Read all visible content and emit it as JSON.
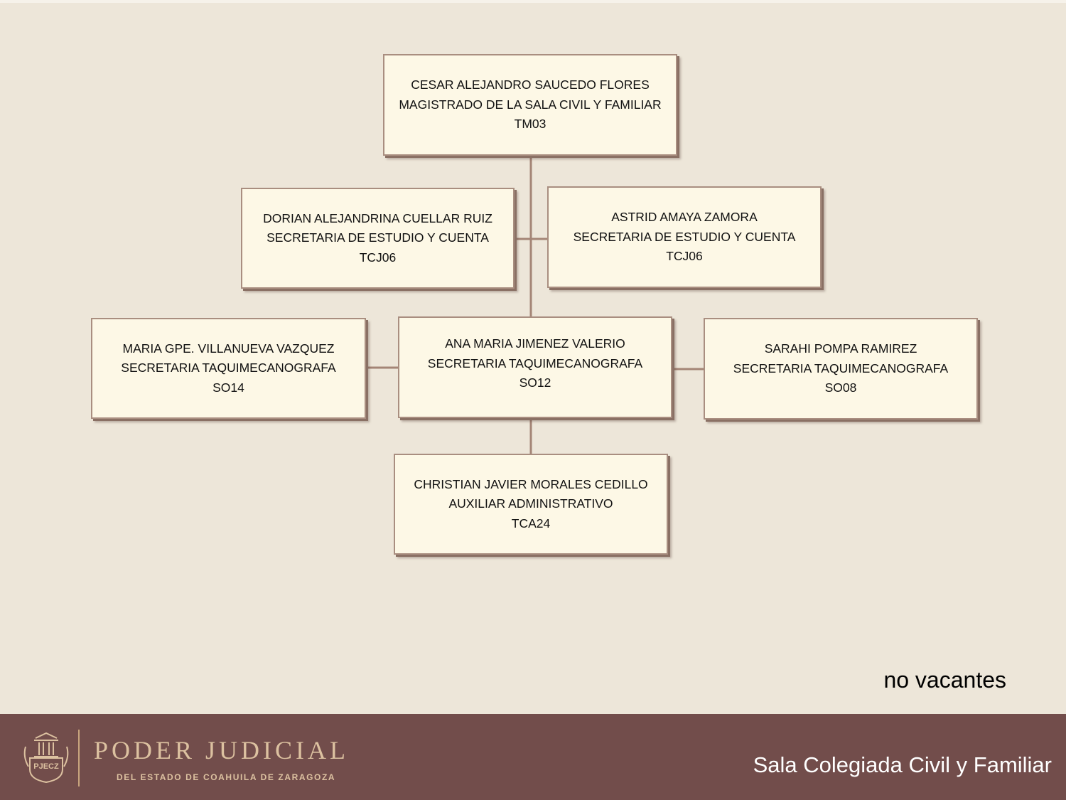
{
  "org_chart": {
    "magistrado": {
      "name": "CESAR ALEJANDRO SAUCEDO FLORES",
      "title": "MAGISTRADO DE LA SALA CIVIL Y FAMILIAR",
      "code": "TM03"
    },
    "secretaria_left": {
      "name": "DORIAN ALEJANDRINA  CUELLAR RUIZ",
      "title": "SECRETARIA DE ESTUDIO Y CUENTA",
      "code": "TCJ06"
    },
    "secretaria_right": {
      "name": "ASTRID  AMAYA ZAMORA",
      "title": "SECRETARIA DE ESTUDIO Y CUENTA",
      "code": "TCJ06"
    },
    "taquimecanografa_center": {
      "name": "ANA MARIA  JIMENEZ VALERIO",
      "title": "SECRETARIA TAQUIMECANOGRAFA",
      "code": "SO12"
    },
    "taquimecanografa_left": {
      "name": "MARIA GPE. VILLANUEVA VAZQUEZ",
      "title": "SECRETARIA TAQUIMECANOGRAFA",
      "code": "SO14"
    },
    "taquimecanografa_right": {
      "name": "SARAHI  POMPA RAMIREZ",
      "title": "SECRETARIA TAQUIMECANOGRAFA",
      "code": "SO08"
    },
    "auxiliar": {
      "name": "CHRISTIAN JAVIER MORALES CEDILLO",
      "title": "AUXILIAR ADMINISTRATIVO",
      "code": "TCA24"
    }
  },
  "note": "no vacantes",
  "footer": {
    "brand_name": "PODER JUDICIAL",
    "brand_subtitle": "DEL ESTADO DE COAHUILA DE ZARAGOZA",
    "logo_text": "PJECZ",
    "section_title": "Sala Colegiada Civil y Familiar"
  },
  "colors": {
    "background": "#ede6d9",
    "box_fill": "#fdf8e6",
    "box_border": "#a98e80",
    "connector": "#a48576",
    "footer": "#724d4b",
    "footer_gold": "#dcc1a0"
  }
}
